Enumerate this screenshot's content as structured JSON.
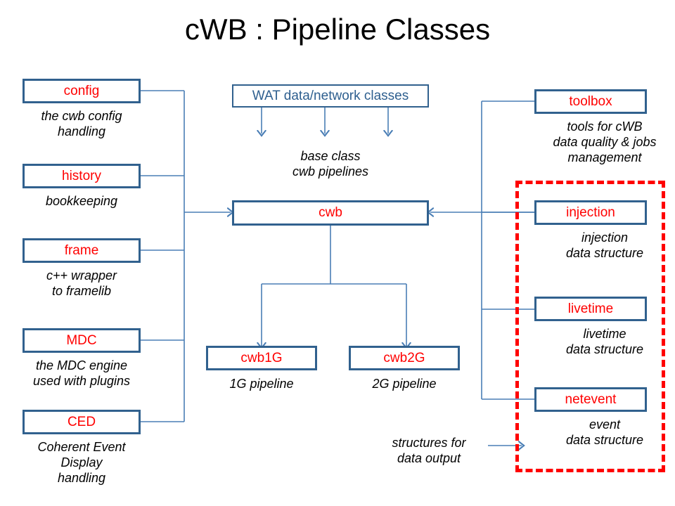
{
  "title": "cWB : Pipeline Classes",
  "colors": {
    "box_border": "#31618E",
    "box_label": "#FF0000",
    "blue_label": "#2E5F8F",
    "caption": "#000000",
    "connector": "#4A7EB5",
    "dashed_region": "#FF0000",
    "background": "#FFFFFF"
  },
  "left_column": {
    "nodes": [
      {
        "label": "config",
        "caption": "the cwb config\nhandling"
      },
      {
        "label": "history",
        "caption": "bookkeeping"
      },
      {
        "label": "frame",
        "caption": "c++ wrapper\nto framelib"
      },
      {
        "label": "MDC",
        "caption": "the MDC engine\nused with plugins"
      },
      {
        "label": "CED",
        "caption": "Coherent Event\nDisplay\nhandling"
      }
    ]
  },
  "center_column": {
    "wat_box": {
      "label": "WAT data/network classes"
    },
    "base_caption": "base class\ncwb pipelines",
    "cwb_box": {
      "label": "cwb"
    },
    "pipelines": [
      {
        "label": "cwb1G",
        "caption": "1G pipeline"
      },
      {
        "label": "cwb2G",
        "caption": "2G pipeline"
      }
    ]
  },
  "right_column": {
    "nodes": [
      {
        "label": "toolbox",
        "caption": "tools for cWB\ndata quality & jobs\nmanagement"
      },
      {
        "label": "injection",
        "caption": "injection\ndata structure"
      },
      {
        "label": "livetime",
        "caption": "livetime\ndata structure"
      },
      {
        "label": "netevent",
        "caption": "event\ndata structure"
      }
    ],
    "group_annotation": "structures for\ndata output"
  }
}
